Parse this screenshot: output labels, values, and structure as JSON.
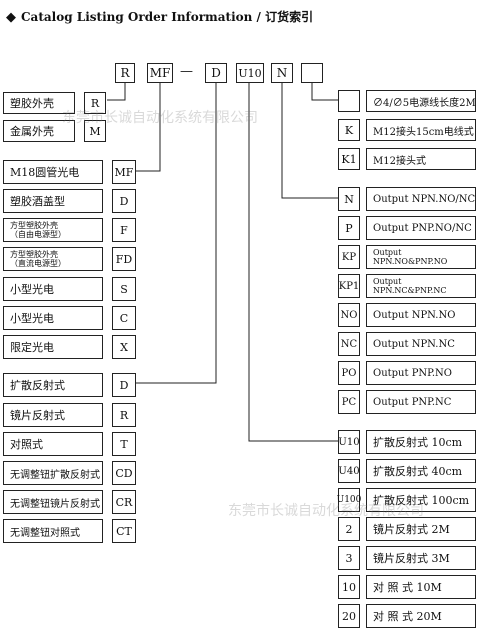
{
  "title": "Catalog Listing Order Information / 订货索引",
  "header_codes": [
    "R",
    "MF",
    "—",
    "D",
    "U10",
    "N",
    ""
  ],
  "housing": [
    {
      "label": "塑胶外壳",
      "code": "R"
    },
    {
      "label": "金属外壳",
      "code": "M"
    }
  ],
  "shape": [
    {
      "label": "M18圆管光电",
      "code": "MF"
    },
    {
      "label": "塑胶酒盖型",
      "code": "D"
    },
    {
      "label": "方型塑胶外壳\n（自由电源型）",
      "code": "F"
    },
    {
      "label": "方型塑胶外壳\n（直流电源型）",
      "code": "FD"
    },
    {
      "label": "小型光电",
      "code": "S"
    },
    {
      "label": "小型光电",
      "code": "C"
    },
    {
      "label": "限定光电",
      "code": "X"
    }
  ],
  "detection": [
    {
      "label": "扩散反射式",
      "code": "D"
    },
    {
      "label": "镜片反射式",
      "code": "R"
    },
    {
      "label": "对照式",
      "code": "T"
    },
    {
      "label": "无调整钮扩散反射式",
      "code": "CD"
    },
    {
      "label": "无调整钮镜片反射式",
      "code": "CR"
    },
    {
      "label": "无调整钮对照式",
      "code": "CT"
    }
  ],
  "connection": [
    {
      "code": "",
      "label": "∅4/∅5电源线长度2M"
    },
    {
      "code": "K",
      "label": "M12接头15cm电线式"
    },
    {
      "code": "K1",
      "label": "M12接头式"
    }
  ],
  "output": [
    {
      "code": "N",
      "label": "Output  NPN.NO/NC"
    },
    {
      "code": "P",
      "label": "Output  PNP.NO/NC"
    },
    {
      "code": "KP",
      "label": "Output\nNPN.NO&PNP.NO"
    },
    {
      "code": "KP1",
      "label": "Output\nNPN.NC&PNP.NC"
    },
    {
      "code": "NO",
      "label": "Output  NPN.NO"
    },
    {
      "code": "NC",
      "label": "Output  NPN.NC"
    },
    {
      "code": "PO",
      "label": "Output  PNP.NO"
    },
    {
      "code": "PC",
      "label": "Output  PNP.NC"
    }
  ],
  "distance": [
    {
      "code": "U10",
      "label": "扩散反射式  10cm"
    },
    {
      "code": "U40",
      "label": "扩散反射式  40cm"
    },
    {
      "code": "U100",
      "label": "扩散反射式  100cm"
    },
    {
      "code": "2",
      "label": "镜片反射式    2M"
    },
    {
      "code": "3",
      "label": "镜片反射式    3M"
    },
    {
      "code": "10",
      "label": "对  照  式    10M"
    },
    {
      "code": "20",
      "label": "对  照  式    20M"
    }
  ],
  "watermarks": [
    "东莞市长诚自动化系统有限公司",
    "东莞市长诚自动化系统有限公司"
  ]
}
